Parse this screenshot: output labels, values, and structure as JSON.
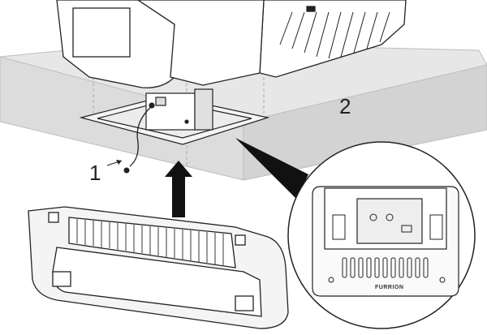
{
  "callouts": {
    "one": "1",
    "two": "2"
  },
  "detail": {
    "brand_mark": "FURRION"
  },
  "colors": {
    "ceiling_fill": "#e4e4e4",
    "ceiling_edge": "#bdbdbd",
    "line": "#222222",
    "arrow": "#111111"
  }
}
